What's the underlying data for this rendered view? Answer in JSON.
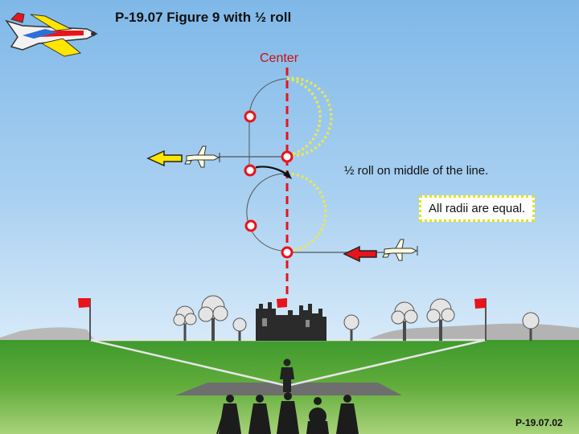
{
  "title": "P-19.07 Figure 9 with ½ roll",
  "center_label": "Center",
  "roll_note": "½ roll on middle of the line.",
  "radii_note": "All radii are equal.",
  "figure_code": "P-19.07.02",
  "colors": {
    "centerline": "#e8141b",
    "loop_path": "#e6e65a",
    "entry_arrow": "#e8141b",
    "exit_arrow": "#ffe600",
    "markers": "#e8141b",
    "flags": "#e8141b",
    "sky": "#a9d0f1",
    "grass": "#5aa336",
    "runway": "#707070"
  },
  "icons": [
    "aerobatic-plane-logo-icon",
    "model-plane-icon",
    "flag-icon",
    "tree-icon",
    "castle-icon",
    "pilot-icon",
    "spectator-icon"
  ]
}
